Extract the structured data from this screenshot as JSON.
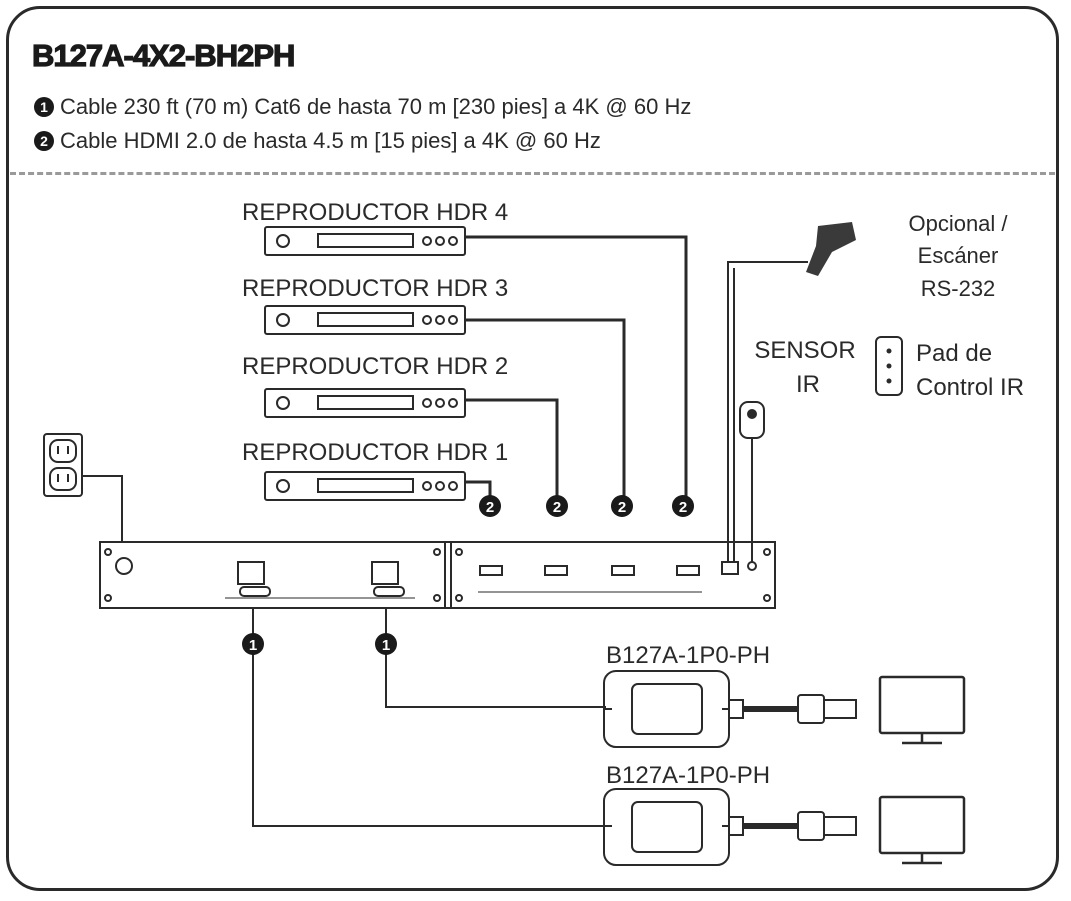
{
  "title": "B127A-4X2-BH2PH",
  "notes": {
    "note1_num": "1",
    "note1": "Cable 230 ft (70 m) Cat6 de hasta 70 m [230 pies] a 4K @ 60 Hz",
    "note2_num": "2",
    "note2": "Cable HDMI 2.0 de hasta 4.5 m [15 pies] a 4K @ 60 Hz"
  },
  "players": [
    {
      "label": "REPRODUCTOR HDR 4"
    },
    {
      "label": "REPRODUCTOR HDR 3"
    },
    {
      "label": "REPRODUCTOR HDR 2"
    },
    {
      "label": "REPRODUCTOR HDR 1"
    }
  ],
  "optional": {
    "line1": "Opcional /",
    "line2": "Escáner",
    "line3": "RS-232"
  },
  "sensor": {
    "line1": "SENSOR",
    "line2": "IR"
  },
  "pad": {
    "line1": "Pad de",
    "line2": "Control IR"
  },
  "markers": {
    "hdmi": "2",
    "cat6": "1"
  },
  "receivers": [
    {
      "label": "B127A-1P0-PH"
    },
    {
      "label": "B127A-1P0-PH"
    }
  ],
  "colors": {
    "line": "#2a2a2a",
    "divider": "#9a9a9a"
  }
}
